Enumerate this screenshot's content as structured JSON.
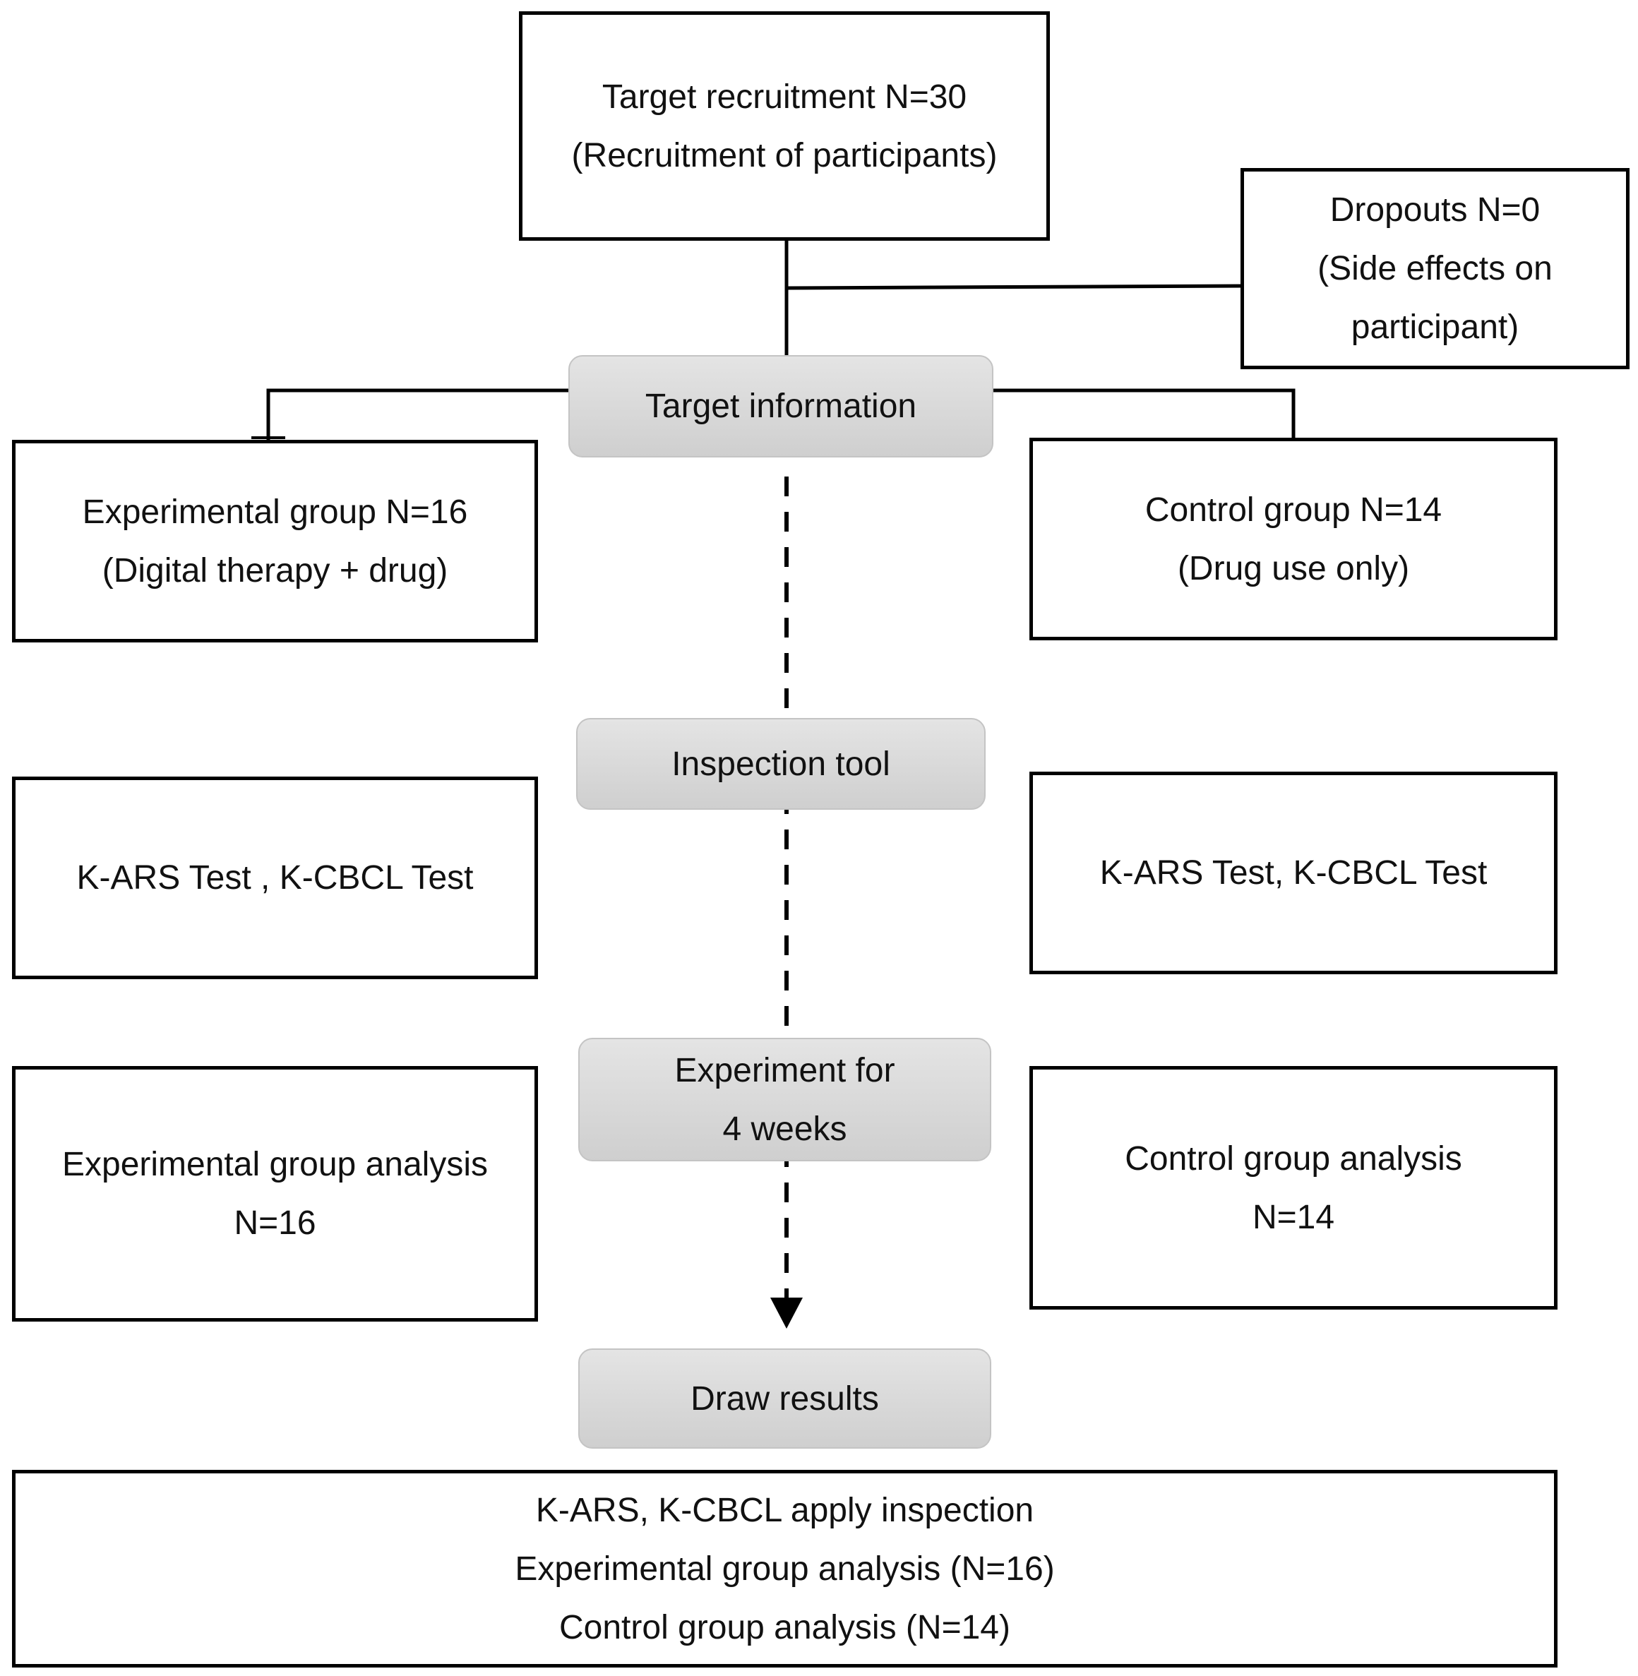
{
  "boxes": {
    "recruitment": {
      "line1": "Target recruitment N=30",
      "line2": "(Recruitment of participants)"
    },
    "dropouts": {
      "line1": "Dropouts N=0",
      "line2": "(Side effects on",
      "line3": "participant)"
    },
    "experimental_group": {
      "line1": "Experimental group N=16",
      "line2": "(Digital therapy + drug)"
    },
    "control_group": {
      "line1": "Control group N=14",
      "line2": "(Drug use only)"
    },
    "experimental_tests": {
      "line1": "K-ARS Test , K-CBCL Test"
    },
    "control_tests": {
      "line1": "K-ARS Test, K-CBCL Test"
    },
    "experimental_analysis": {
      "line1": "Experimental group analysis",
      "line2": "N=16"
    },
    "control_analysis": {
      "line1": "Control group analysis",
      "line2": "N=14"
    },
    "final": {
      "line1": "K-ARS, K-CBCL apply inspection",
      "line2": "Experimental group analysis (N=16)",
      "line3": "Control group analysis (N=14)"
    }
  },
  "stages": {
    "target_information": "Target information",
    "inspection_tool": "Inspection tool",
    "experiment": {
      "line1": "Experiment for",
      "line2": "4 weeks"
    },
    "draw_results": "Draw results"
  },
  "colors": {
    "border": "#000000",
    "stage_fill": "#d9d9d9",
    "stage_border": "#c4c4c4"
  }
}
